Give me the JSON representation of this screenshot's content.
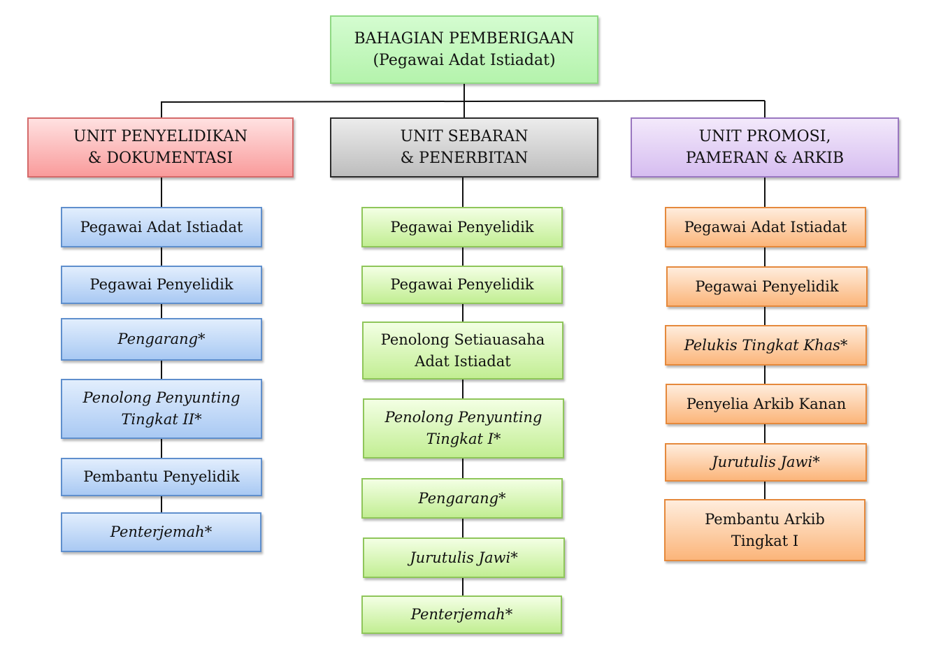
{
  "head": {
    "line1": "BAHAGIAN PEMBERIGAAN",
    "line2": "(Pegawai Adat Istiadat)"
  },
  "units": [
    {
      "line1": "UNIT PENYELIDIKAN",
      "line2": "& DOKUMENTASI",
      "color": "#f99b9b",
      "posts": [
        {
          "lines": [
            "Pegawai Adat Istiadat"
          ],
          "italic": false
        },
        {
          "lines": [
            "Pegawai Penyelidik"
          ],
          "italic": false
        },
        {
          "lines": [
            "Pengarang*"
          ],
          "italic": true
        },
        {
          "lines": [
            "Penolong Penyunting",
            "Tingkat II*"
          ],
          "italic": true
        },
        {
          "lines": [
            "Pembantu Penyelidik"
          ],
          "italic": false
        },
        {
          "lines": [
            "Penterjemah*"
          ],
          "italic": true
        }
      ]
    },
    {
      "line1": "UNIT SEBARAN",
      "line2": "& PENERBITAN",
      "color": "#bdbdbd",
      "posts": [
        {
          "lines": [
            "Pegawai Penyelidik"
          ],
          "italic": false
        },
        {
          "lines": [
            "Pegawai Penyelidik"
          ],
          "italic": false
        },
        {
          "lines": [
            "Penolong Setiauasaha",
            "Adat Istiadat"
          ],
          "italic": false
        },
        {
          "lines": [
            "Penolong Penyunting",
            "Tingkat I*"
          ],
          "italic": true
        },
        {
          "lines": [
            "Pengarang*"
          ],
          "italic": true
        },
        {
          "lines": [
            "Jurutulis Jawi*"
          ],
          "italic": true
        },
        {
          "lines": [
            "Penterjemah*"
          ],
          "italic": true
        }
      ]
    },
    {
      "line1": "UNIT PROMOSI,",
      "line2": "PAMERAN & ARKIB",
      "color": "#d6bdf0",
      "posts": [
        {
          "lines": [
            "Pegawai Adat Istiadat"
          ],
          "italic": false
        },
        {
          "lines": [
            "Pegawai Penyelidik"
          ],
          "italic": false
        },
        {
          "lines": [
            "Pelukis Tingkat Khas*"
          ],
          "italic": true
        },
        {
          "lines": [
            "Penyelia Arkib Kanan"
          ],
          "italic": false
        },
        {
          "lines": [
            "Jurutulis Jawi*"
          ],
          "italic": true
        },
        {
          "lines": [
            "Pembantu Arkib",
            "Tingkat I"
          ],
          "italic": false
        }
      ]
    }
  ]
}
